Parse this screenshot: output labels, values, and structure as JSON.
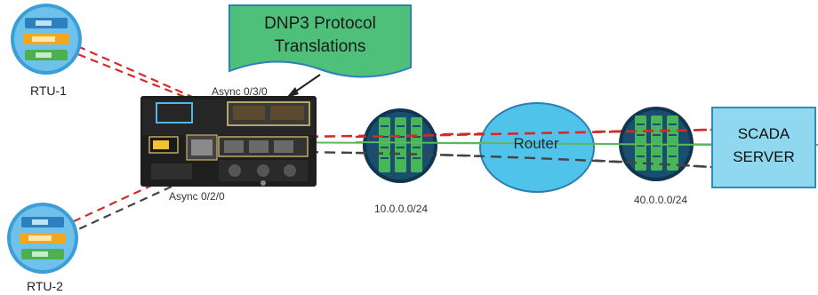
{
  "callout": {
    "line1": "DNP3 Protocol",
    "line2": "Translations"
  },
  "rtu1": {
    "label": "RTU-1"
  },
  "rtu2": {
    "label": "RTU-2"
  },
  "ports": {
    "async_top": "Async 0/3/0",
    "async_bottom": "Async 0/2/0"
  },
  "networks": {
    "left": "10.0.0.0/24",
    "right": "40.0.0.0/24"
  },
  "router": {
    "label": "Router"
  },
  "server": {
    "line1": "SCADA",
    "line2": "SERVER"
  },
  "colors": {
    "dnp3_line": "#d42a2a",
    "serial_line": "#444444",
    "ethernet_line": "#5cb85c",
    "router_fill": "#4fc3ea",
    "switch_fill": "#1a4e6e",
    "server_fill": "#8fd8f0",
    "callout_fill": "#4fc07a"
  }
}
